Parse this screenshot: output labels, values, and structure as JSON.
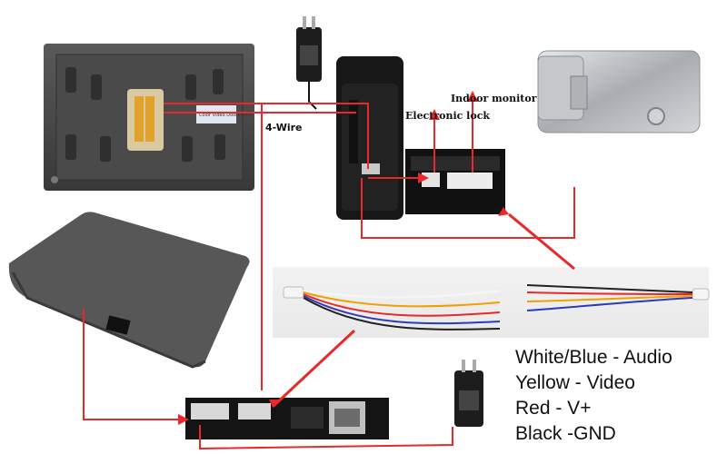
{
  "labels": {
    "four_wire": "4-Wire",
    "electronic_lock": "Electronic lock",
    "indoor_monitor": "Indoor monitor",
    "monitor_panel_text": "Color Video Doorphone"
  },
  "legend": [
    "White/Blue - Audio",
    "Yellow - Video",
    "Red - V+",
    "Black -GND"
  ],
  "colors": {
    "wire_red": "#e8282a",
    "monitor_body": "#3c3c3c",
    "lock_metal": "#b9bcbf"
  }
}
